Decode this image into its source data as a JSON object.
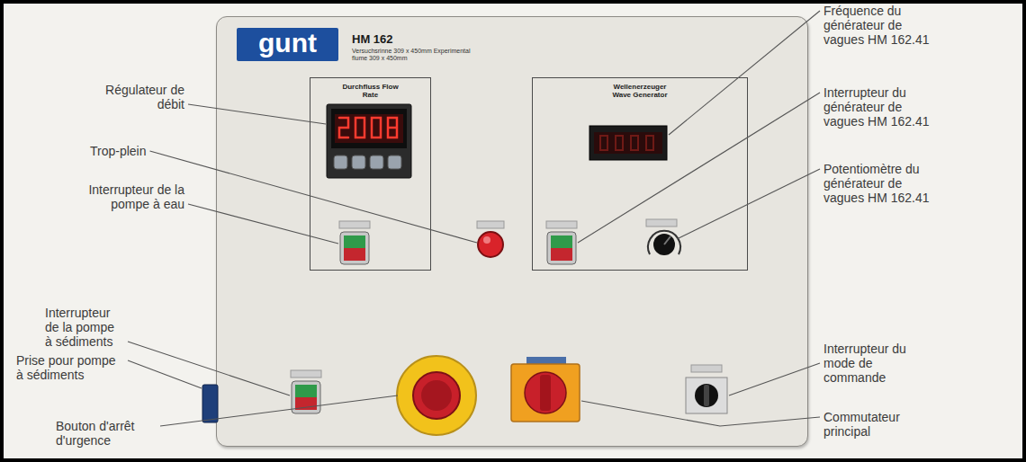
{
  "diagram": {
    "nodes": [
      {
        "text": [
          "HM 162",
          "Versuchsrinne 309 x 450mm Experimental flume 309 x 450mm"
        ]
      },
      {
        "text": [
          "gunt"
        ],
        "in": 0
      },
      {
        "text": [
          "Durchfluss Flow Rate"
        ],
        "in": 0
      },
      {
        "text": [
          "Wellenerzeuger Wave Generator"
        ],
        "in": 0
      }
    ],
    "labels": [
      "Régulateur de débit",
      "Trop-plein",
      "Interrupteur de la pompe à eau",
      "Interrupteur de la pompe à sédiments",
      "Prise pour pompe à sédiments",
      "Bouton d'arrêt d'urgence",
      "Fréquence du générateur de vagues HM 162.41",
      "Interrupteur du générateur de vagues HM 162.41",
      "Potentiomètre du générateur de vagues HM 162.41",
      "Interrupteur du mode de commande",
      "Commutateur principal"
    ]
  }
}
